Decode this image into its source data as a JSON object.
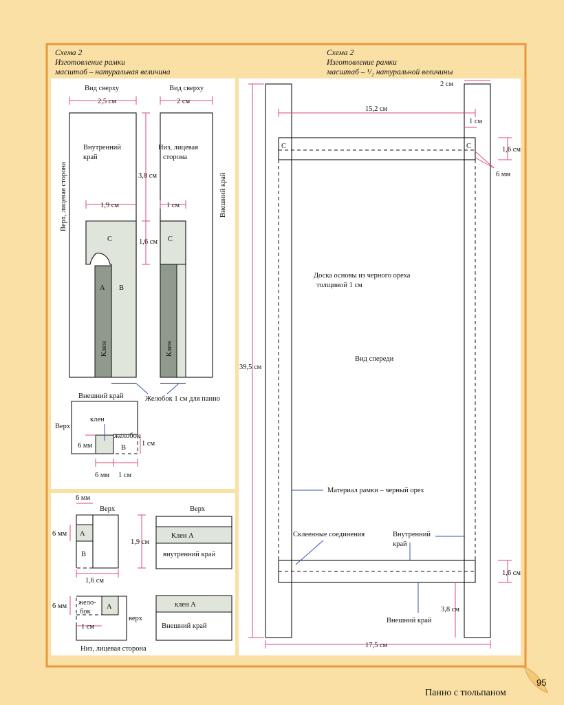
{
  "left_panel": {
    "scheme": "Схема 2",
    "title": "Изготовление рамки",
    "scale": "масштаб – натуральная величина",
    "view_top_1": "Вид сверху",
    "view_top_2": "Вид сверху",
    "dim_2_5": "2,5 см",
    "dim_2": "2 см",
    "inner_edge_1": "Внутренний",
    "inner_edge_2": "край",
    "bottom_face_1": "Низ, лицевая",
    "bottom_face_2": "сторона",
    "top_face": "Верх, лицевая сторона",
    "outer_edge_side": "Внешний край",
    "dim_3_8": "3,8 см",
    "dim_1_9": "1,9 см",
    "dim_1": "1 см",
    "dim_1_6": "1,6 см",
    "C1": "C",
    "C2": "C",
    "A": "A",
    "B": "B",
    "maple1": "Клен",
    "maple2": "Клен",
    "outer_edge": "Внешний край",
    "groove": "Желобок 1 см для панно",
    "top": "Верх",
    "maple3": "клен",
    "groove2": "желобок",
    "B2": "B",
    "dim_6mm_a": "6 мм",
    "dim_1_a": "1 см",
    "dim_6mm_b": "6 мм",
    "dim_1_b": "1 см"
  },
  "bottom_panel": {
    "dim_6mm_top": "6 мм",
    "top1": "Верх",
    "top2": "Верх",
    "dim_6mm_left": "6 мм",
    "A": "A",
    "B": "B",
    "dim_1_9": "1,9 см",
    "maple_a": "Клен A",
    "inner_edge": "внутренний край",
    "dim_1_6": "1,6 см",
    "dim_6mm_low": "6 мм",
    "groove_1": "жело-",
    "groove_2": "бок",
    "A2": "A",
    "top3": "верх",
    "dim_1": "1 см",
    "maple_a2": "клен A",
    "outer_edge": "Внешний край",
    "bottom_face": "Низ, лицевая сторона"
  },
  "right_panel": {
    "scheme": "Схема 2",
    "title": "Изготовление рамки",
    "scale": "масштаб – ¹/₂ натуральной величины",
    "dim_2": "2 см",
    "dim_15_2": "15,2 см",
    "dim_1": "1 см",
    "C_left": "C",
    "C_right": "C",
    "dim_1_6_top": "1,6 см",
    "dim_6mm": "6 мм",
    "board_1": "Доска основы из черного ореха",
    "board_2": "толщиной 1 см",
    "front_view": "Вид спереди",
    "dim_39_5": "39,5 см",
    "frame_material": "Материал рамки – черный орех",
    "glued": "Склеенные соединения",
    "inner_edge_1": "Внутренний",
    "inner_edge_2": "край",
    "dim_1_6_bot": "1,6 см",
    "dim_3_8": "3,8 см",
    "outer_edge": "Внешний край",
    "dim_17_5": "17,5 см"
  },
  "footer": {
    "title": "Панно с тюльпаном",
    "page_number": "95"
  },
  "colors": {
    "page_bg": "#fbe0a6",
    "border": "#e8973b",
    "dimension": "#e0457b",
    "leader": "#2f55b5",
    "light_fill": "#dfe5da",
    "dark_fill": "#8f9a8d"
  }
}
